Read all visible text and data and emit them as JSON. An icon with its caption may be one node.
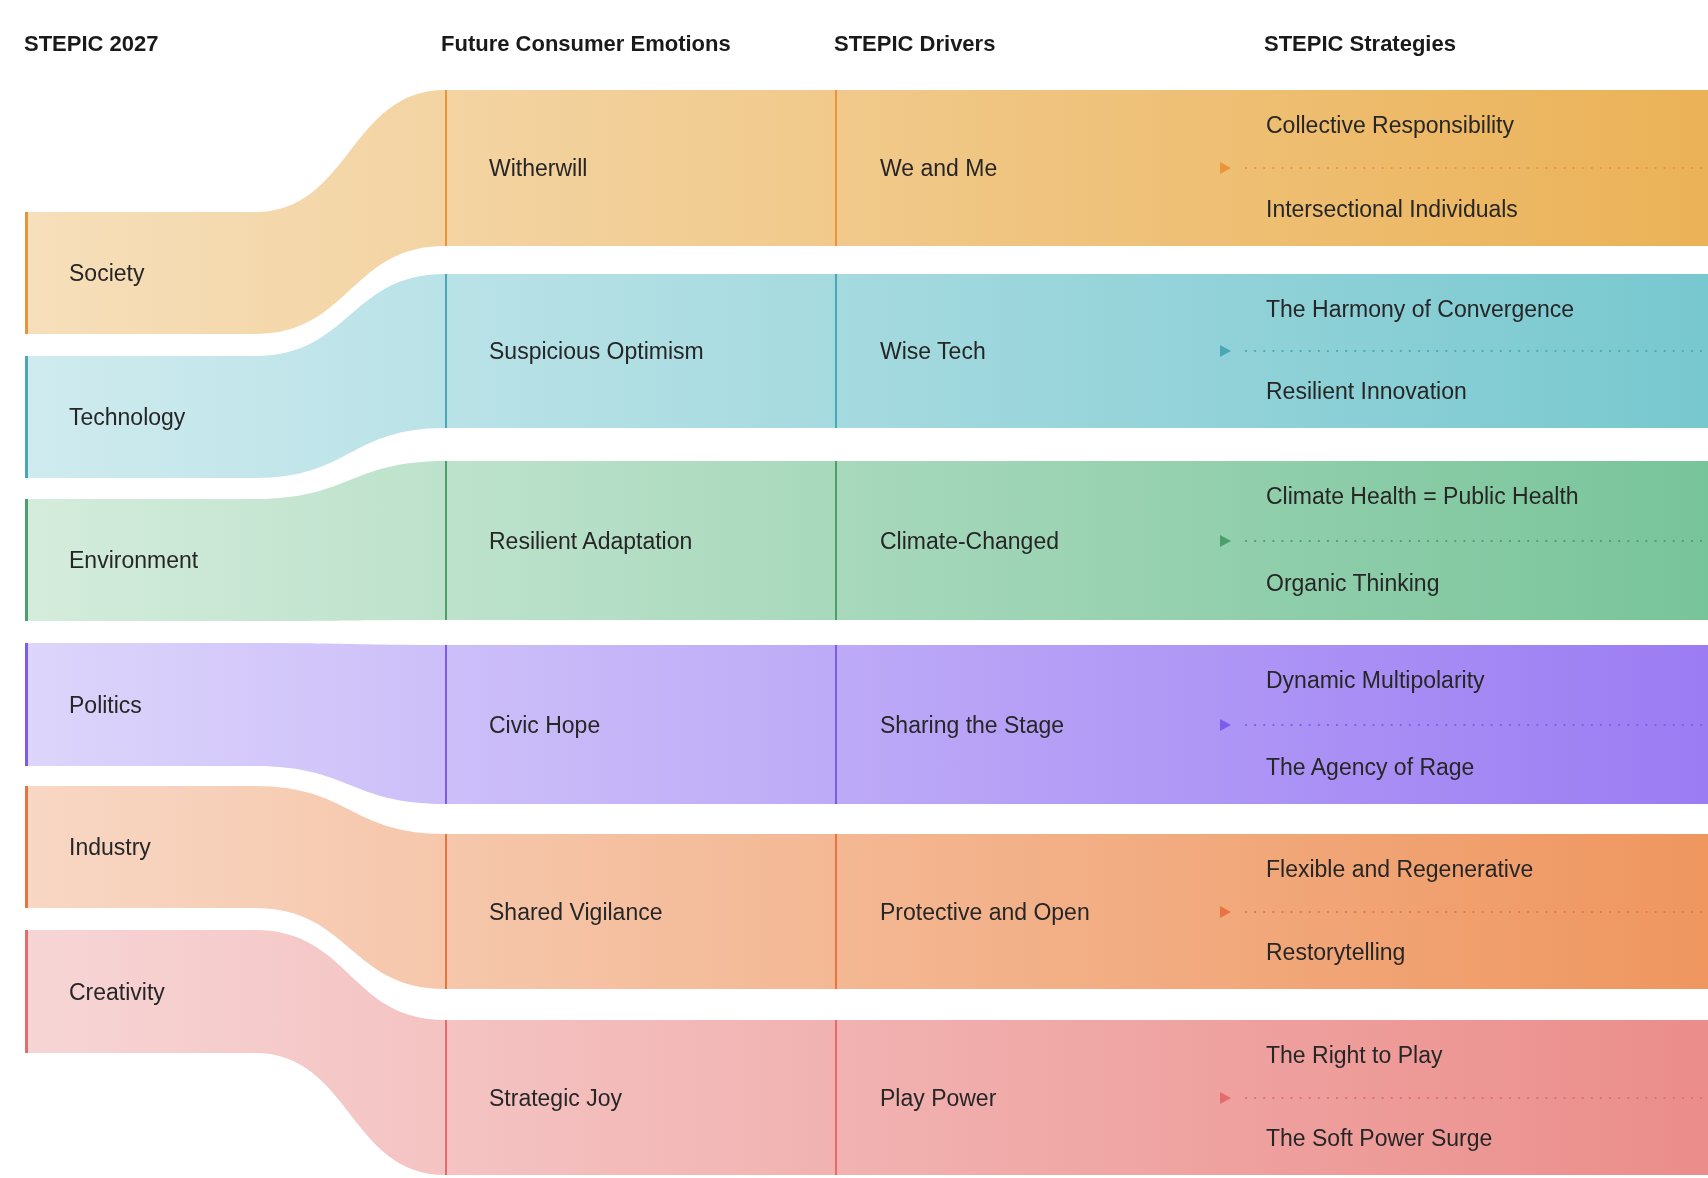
{
  "diagram": {
    "nodes": [
      {
        "text": [
          "Society"
        ]
      },
      {
        "text": [
          "Technology"
        ]
      },
      {
        "text": [
          "Environment"
        ]
      },
      {
        "text": [
          "Politics"
        ]
      },
      {
        "text": [
          "Industry"
        ]
      },
      {
        "text": [
          "Creativity"
        ]
      },
      {
        "text": [
          "Witherwill"
        ]
      },
      {
        "text": [
          "Suspicious Optimism"
        ]
      },
      {
        "text": [
          "Resilient Adaptation"
        ]
      },
      {
        "text": [
          "Civic Hope"
        ]
      },
      {
        "text": [
          "Shared Vigilance"
        ]
      },
      {
        "text": [
          "Strategic Joy"
        ]
      },
      {
        "text": [
          "We and Me"
        ]
      },
      {
        "text": [
          "Wise Tech"
        ]
      },
      {
        "text": [
          "Climate-Changed"
        ]
      },
      {
        "text": [
          "Sharing the Stage"
        ]
      },
      {
        "text": [
          "Protective and Open"
        ]
      },
      {
        "text": [
          "Play Power"
        ]
      },
      {
        "text": [
          "Collective Responsibility"
        ],
        "in": 12
      },
      {
        "text": [
          "Intersectional Individuals"
        ],
        "in": 12
      },
      {
        "text": [
          "The Harmony of Convergence"
        ],
        "in": 13
      },
      {
        "text": [
          "Resilient Innovation"
        ],
        "in": 13
      },
      {
        "text": [
          "Climate Health = Public Health"
        ],
        "in": 14
      },
      {
        "text": [
          "Organic Thinking"
        ],
        "in": 14
      },
      {
        "text": [
          "Dynamic Multipolarity"
        ],
        "in": 15
      },
      {
        "text": [
          "The Agency of Rage"
        ],
        "in": 15
      },
      {
        "text": [
          "Flexible and Regenerative"
        ],
        "in": 16
      },
      {
        "text": [
          "Restorytelling"
        ],
        "in": 16
      },
      {
        "text": [
          "The Right to Play"
        ],
        "in": 17
      },
      {
        "text": [
          "The Soft Power Surge"
        ],
        "in": 17
      }
    ],
    "edges": [
      {
        "from": 0,
        "to": 6,
        "arrow": "none"
      },
      {
        "from": 1,
        "to": 7,
        "arrow": "none"
      },
      {
        "from": 2,
        "to": 8,
        "arrow": "none"
      },
      {
        "from": 3,
        "to": 9,
        "arrow": "none"
      },
      {
        "from": 4,
        "to": 10,
        "arrow": "none"
      },
      {
        "from": 5,
        "to": 11,
        "arrow": "none"
      }
    ],
    "labels": [
      "STEPIC 2027",
      "Future Consumer Emotions",
      "STEPIC Drivers",
      "STEPIC Strategies"
    ]
  }
}
